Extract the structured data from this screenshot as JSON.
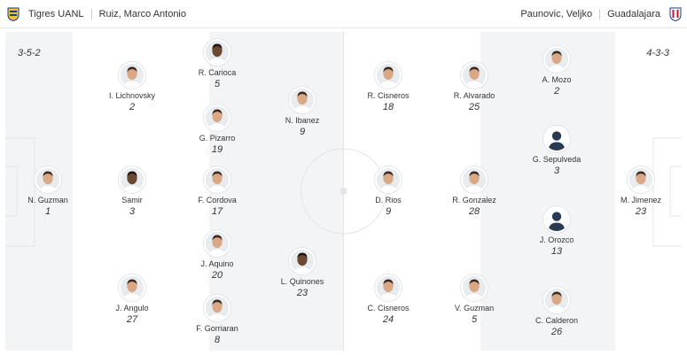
{
  "home": {
    "team": "Tigres UANL",
    "coach": "Ruiz, Marco Antonio",
    "formation": "3-5-2"
  },
  "away": {
    "team": "Guadalajara",
    "coach": "Paunovic, Veljko",
    "formation": "4-3-3"
  },
  "colors": {
    "pitch_base": "#f3f4f6",
    "pitch_stripe": "#ffffff",
    "line": "#e2e4e8",
    "tigres_gold": "#f2c12e",
    "tigres_blue": "#1f3c8a",
    "chivas_red": "#c8102e",
    "chivas_blue": "#1d3b8a"
  },
  "players": [
    {
      "name": "N. Guzman",
      "number": "1",
      "photo": "skin"
    },
    {
      "name": "I. Lichnovsky",
      "number": "2",
      "photo": "skin"
    },
    {
      "name": "Samir",
      "number": "3",
      "photo": "dark"
    },
    {
      "name": "J. Angulo",
      "number": "27",
      "photo": "skin"
    },
    {
      "name": "R. Carioca",
      "number": "5",
      "photo": "dark"
    },
    {
      "name": "G. Pizarro",
      "number": "19",
      "photo": "skin"
    },
    {
      "name": "F. Cordova",
      "number": "17",
      "photo": "skin"
    },
    {
      "name": "J. Aquino",
      "number": "20",
      "photo": "skin"
    },
    {
      "name": "F. Gorriaran",
      "number": "8",
      "photo": "skin"
    },
    {
      "name": "N. Ibanez",
      "number": "9",
      "photo": "skin"
    },
    {
      "name": "L. Quinones",
      "number": "23",
      "photo": "dark"
    },
    {
      "name": "R. Cisneros",
      "number": "18",
      "photo": "skin"
    },
    {
      "name": "D. Rios",
      "number": "9",
      "photo": "skin"
    },
    {
      "name": "C. Cisneros",
      "number": "24",
      "photo": "skin"
    },
    {
      "name": "R. Alvarado",
      "number": "25",
      "photo": "skin"
    },
    {
      "name": "R. Gonzalez",
      "number": "28",
      "photo": "skin"
    },
    {
      "name": "V. Guzman",
      "number": "5",
      "photo": "skin"
    },
    {
      "name": "A. Mozo",
      "number": "2",
      "photo": "skin"
    },
    {
      "name": "G. Sepulveda",
      "number": "3",
      "photo": "silhouette"
    },
    {
      "name": "J. Orozco",
      "number": "13",
      "photo": "silhouette"
    },
    {
      "name": "C. Calderon",
      "number": "26",
      "photo": "skin"
    },
    {
      "name": "M. Jimenez",
      "number": "23",
      "photo": "skin"
    }
  ]
}
